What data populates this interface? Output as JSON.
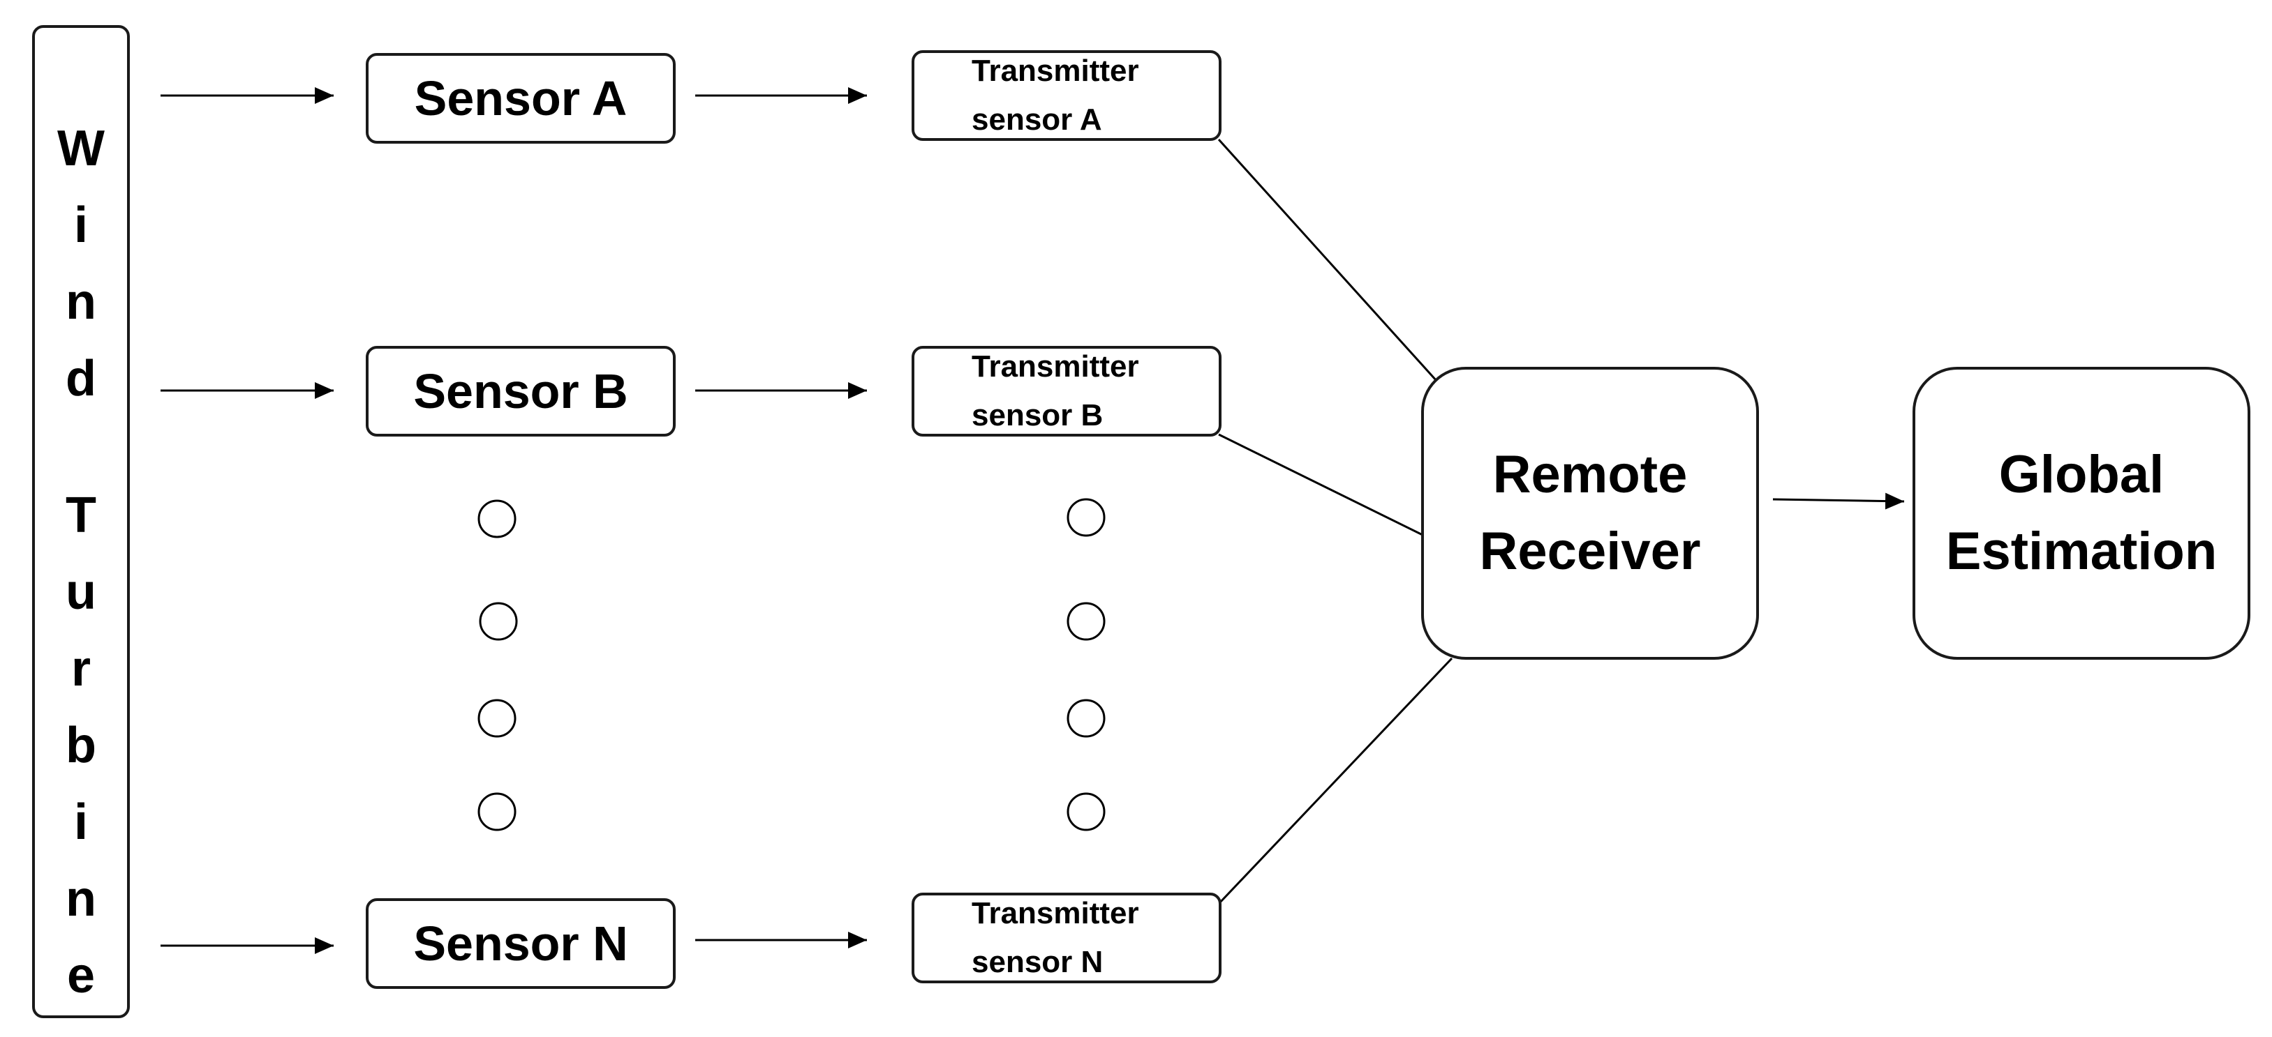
{
  "wind_turbine": {
    "word1": [
      "W",
      "i",
      "n",
      "d"
    ],
    "word2": [
      "T",
      "u",
      "r",
      "b",
      "i",
      "n",
      "e"
    ]
  },
  "sensors": {
    "a": "Sensor A",
    "b": "Sensor B",
    "n": "Sensor N"
  },
  "transmitters": {
    "a": {
      "line1": "Transmitter",
      "line2": "sensor A"
    },
    "b": {
      "line1": "Transmitter",
      "line2": "sensor B"
    },
    "n": {
      "line1": "Transmitter",
      "line2": "sensor N"
    }
  },
  "receiver": {
    "line1": "Remote",
    "line2": "Receiver"
  },
  "estimation": {
    "line1": "Global",
    "line2": "Estimation"
  }
}
